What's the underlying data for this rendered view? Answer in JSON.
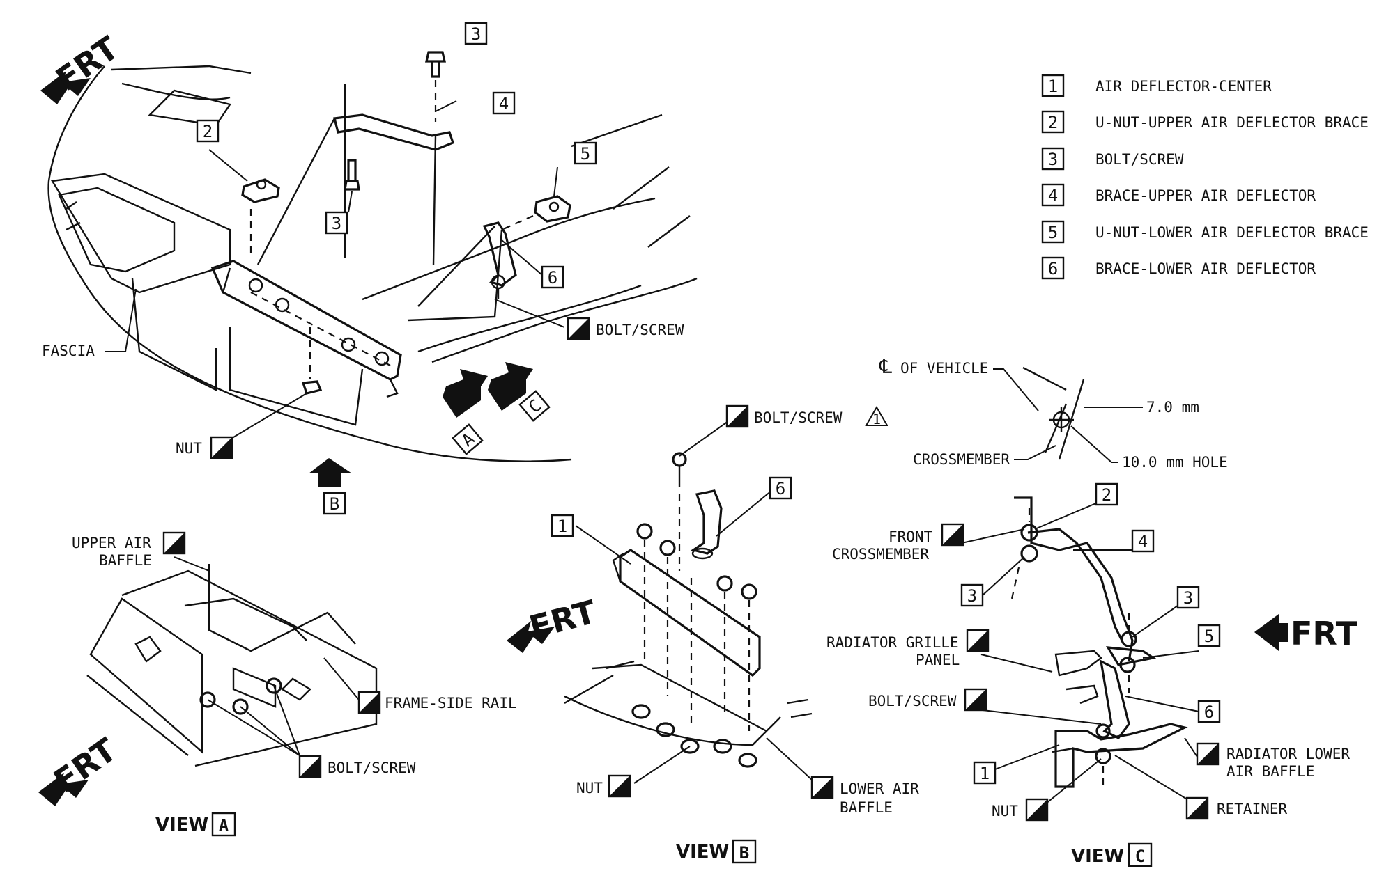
{
  "legend": [
    {
      "num": "1",
      "text": "AIR DEFLECTOR-CENTER"
    },
    {
      "num": "2",
      "text": "U-NUT-UPPER AIR DEFLECTOR BRACE"
    },
    {
      "num": "3",
      "text": "BOLT/SCREW"
    },
    {
      "num": "4",
      "text": "BRACE-UPPER AIR DEFLECTOR"
    },
    {
      "num": "5",
      "text": "U-NUT-LOWER AIR DEFLECTOR BRACE"
    },
    {
      "num": "6",
      "text": "BRACE-LOWER AIR DEFLECTOR"
    }
  ],
  "frt": "FRT",
  "main": {
    "fascia": "FASCIA",
    "nut": "NUT",
    "bolt_screw": "BOLT/SCREW",
    "view_a_letter": "A",
    "view_b_letter": "B",
    "view_c_letter": "C",
    "callout_2": "2",
    "callout_3_top": "3",
    "callout_3_mid": "3",
    "callout_4": "4",
    "callout_5": "5",
    "callout_6": "6"
  },
  "view_a": {
    "upper_air_baffle_1": "UPPER AIR",
    "upper_air_baffle_2": "BAFFLE",
    "frame_side_rail": "FRAME-SIDE RAIL",
    "bolt_screw": "BOLT/SCREW",
    "caption": "VIEW",
    "letter": "A"
  },
  "view_b": {
    "bolt_screw": "BOLT/SCREW",
    "note": "1",
    "callout_6": "6",
    "callout_1": "1",
    "nut": "NUT",
    "lower_air_baffle_1": "LOWER AIR",
    "lower_air_baffle_2": "BAFFLE",
    "caption": "VIEW",
    "letter": "B"
  },
  "view_c": {
    "cl_symbol": "℄",
    "cl_of_vehicle": "OF VEHICLE",
    "dim_7": "7.0 mm",
    "crossmember": "CROSSMEMBER",
    "hole_10": "10.0 mm HOLE",
    "front_crossmember_1": "FRONT",
    "front_crossmember_2": "CROSSMEMBER",
    "radiator_grille_panel_1": "RADIATOR GRILLE",
    "radiator_grille_panel_2": "PANEL",
    "bolt_screw": "BOLT/SCREW",
    "radiator_lower_air_baffle_1": "RADIATOR LOWER",
    "radiator_lower_air_baffle_2": "AIR BAFFLE",
    "retainer": "RETAINER",
    "nut": "NUT",
    "callout_1": "1",
    "callout_2": "2",
    "callout_3a": "3",
    "callout_3b": "3",
    "callout_4": "4",
    "callout_5": "5",
    "callout_6": "6",
    "caption": "VIEW",
    "letter": "C"
  }
}
